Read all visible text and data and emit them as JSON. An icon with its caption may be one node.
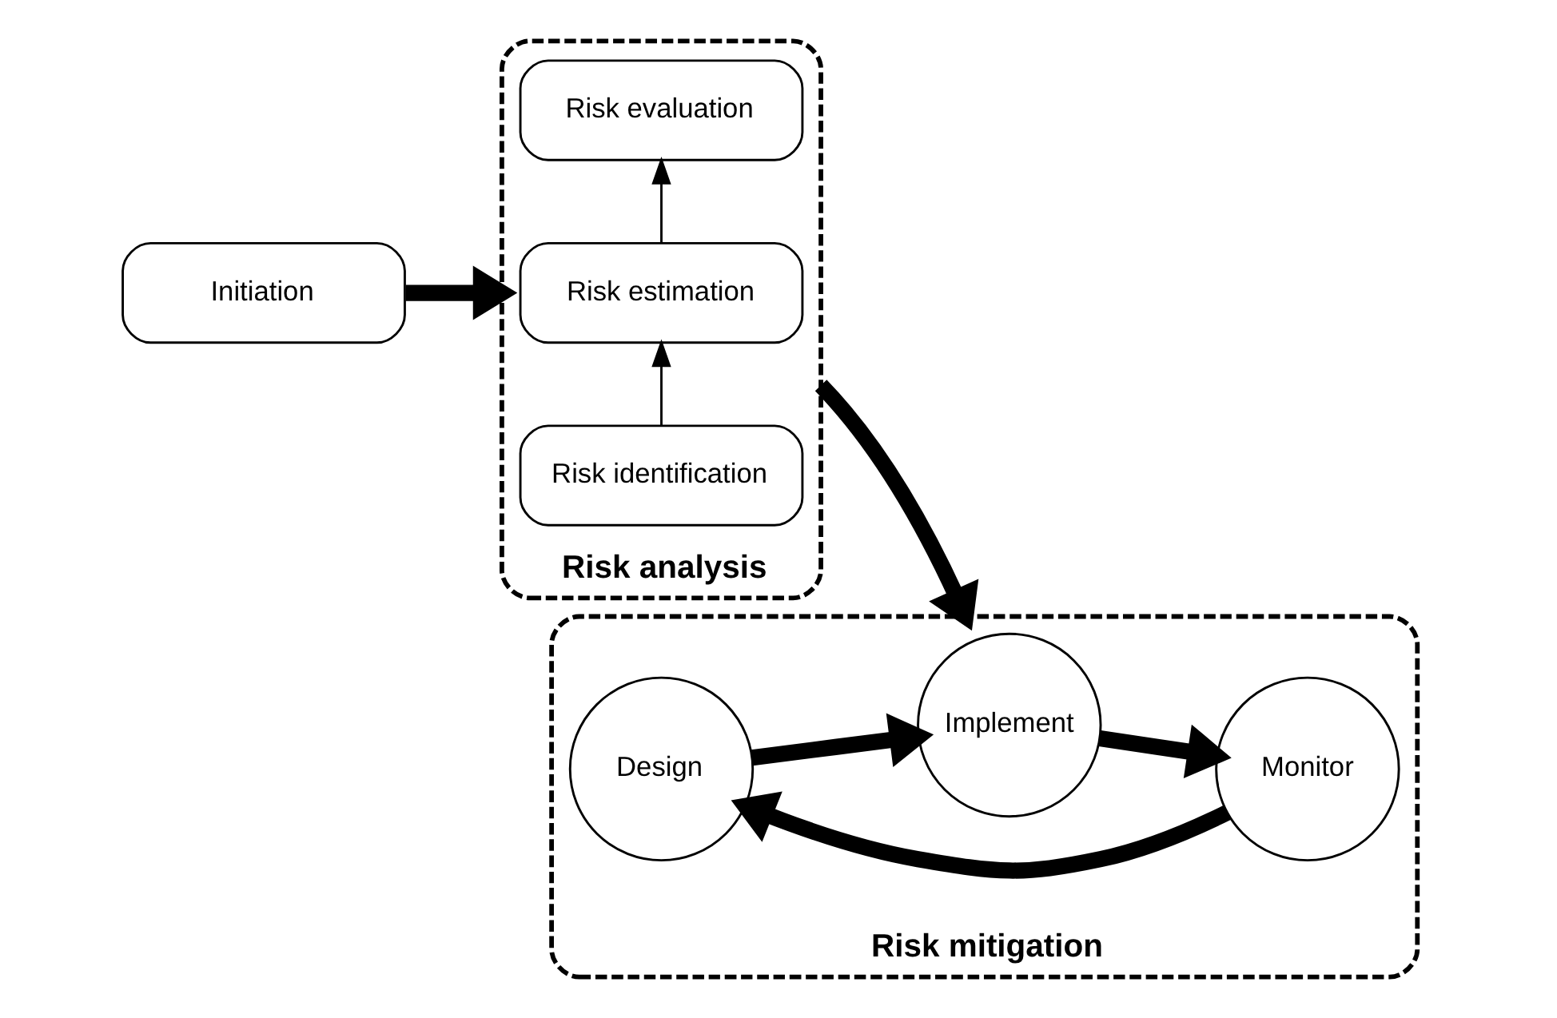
{
  "diagram": {
    "nodes": [
      {
        "text": [
          "Initiation"
        ]
      },
      {
        "text": [
          "Risk analysis"
        ]
      },
      {
        "text": [
          "Risk identification"
        ],
        "in": 1
      },
      {
        "text": [
          "Risk estimation"
        ],
        "in": 1
      },
      {
        "text": [
          "Risk evaluation"
        ],
        "in": 1
      },
      {
        "text": [
          "Risk mitigation"
        ]
      },
      {
        "text": [
          "Design"
        ],
        "in": 5
      },
      {
        "text": [
          "Implement"
        ],
        "in": 5
      },
      {
        "text": [
          "Monitor"
        ],
        "in": 5
      }
    ],
    "edges": [
      {
        "from": 0,
        "to": 1,
        "arrow": "to"
      },
      {
        "from": 2,
        "to": 3,
        "arrow": "to"
      },
      {
        "from": 3,
        "to": 4,
        "arrow": "to"
      },
      {
        "from": 1,
        "to": 5,
        "arrow": "to"
      },
      {
        "from": 6,
        "to": 7,
        "arrow": "to"
      },
      {
        "from": 7,
        "to": 8,
        "arrow": "to"
      },
      {
        "from": 8,
        "to": 6,
        "arrow": "to"
      }
    ]
  }
}
